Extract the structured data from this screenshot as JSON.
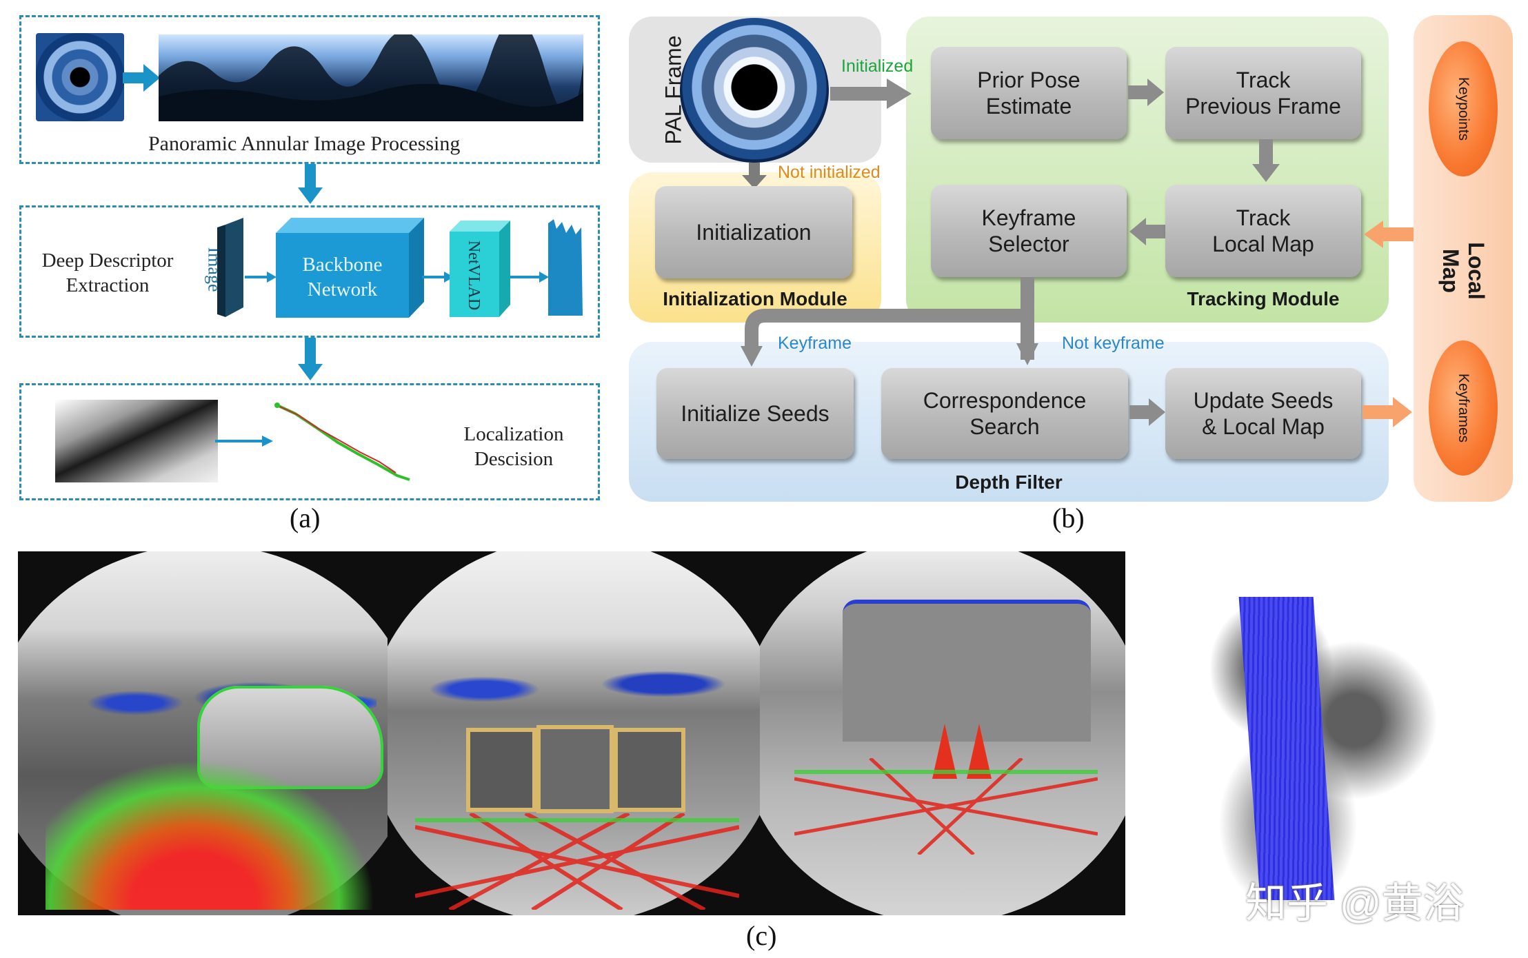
{
  "panel_a": {
    "box1_label": "Panoramic Annular Image Processing",
    "box2_left_label_line1": "Deep Descriptor",
    "box2_left_label_line2": "Extraction",
    "image_label": "Image",
    "backbone_line1": "Backbone",
    "backbone_line2": "Network",
    "netvlad_label": "NetVLAD",
    "box3_label_line1": "Localization",
    "box3_label_line2": "Descision",
    "caption": "(a)"
  },
  "panel_b": {
    "pal_frame_label": "PAL Frame",
    "initialized_label": "Initialized",
    "not_initialized_label": "Not initialized",
    "prior_pose": "Prior Pose\nEstimate",
    "track_previous": "Track\nPrevious Frame",
    "keyframe_selector": "Keyframe\nSelector",
    "track_local_map": "Track\nLocal Map",
    "initialization": "Initialization",
    "initialization_module": "Initialization Module",
    "tracking_module": "Tracking Module",
    "keyframe_label": "Keyframe",
    "not_keyframe_label": "Not keyframe",
    "initialize_seeds": "Initialize Seeds",
    "correspondence_search": "Correspondence\nSearch",
    "update_seeds": "Update Seeds\n& Local Map",
    "depth_filter": "Depth Filter",
    "local_map": "Local Map",
    "keypoints": "Keypoints",
    "keyframes": "Keyframes",
    "caption": "(b)"
  },
  "panel_c": {
    "caption": "(c)",
    "watermark": "知乎 @黄浴"
  },
  "colors": {
    "dash_border": "#2b8db0",
    "arrow_blue": "#1a93c9",
    "backbone": "#1c9ad6",
    "netvlad": "#2ad0d6",
    "init_zone": "#fbe7a6",
    "tracking_zone": "#cfe9b9",
    "depth_zone": "#cfe2f3",
    "local_map_zone": "#fcd4b8",
    "initialized_text": "#1aa63a",
    "not_initialized_text": "#e08a1b",
    "keyframe_text": "#2a87c8"
  }
}
